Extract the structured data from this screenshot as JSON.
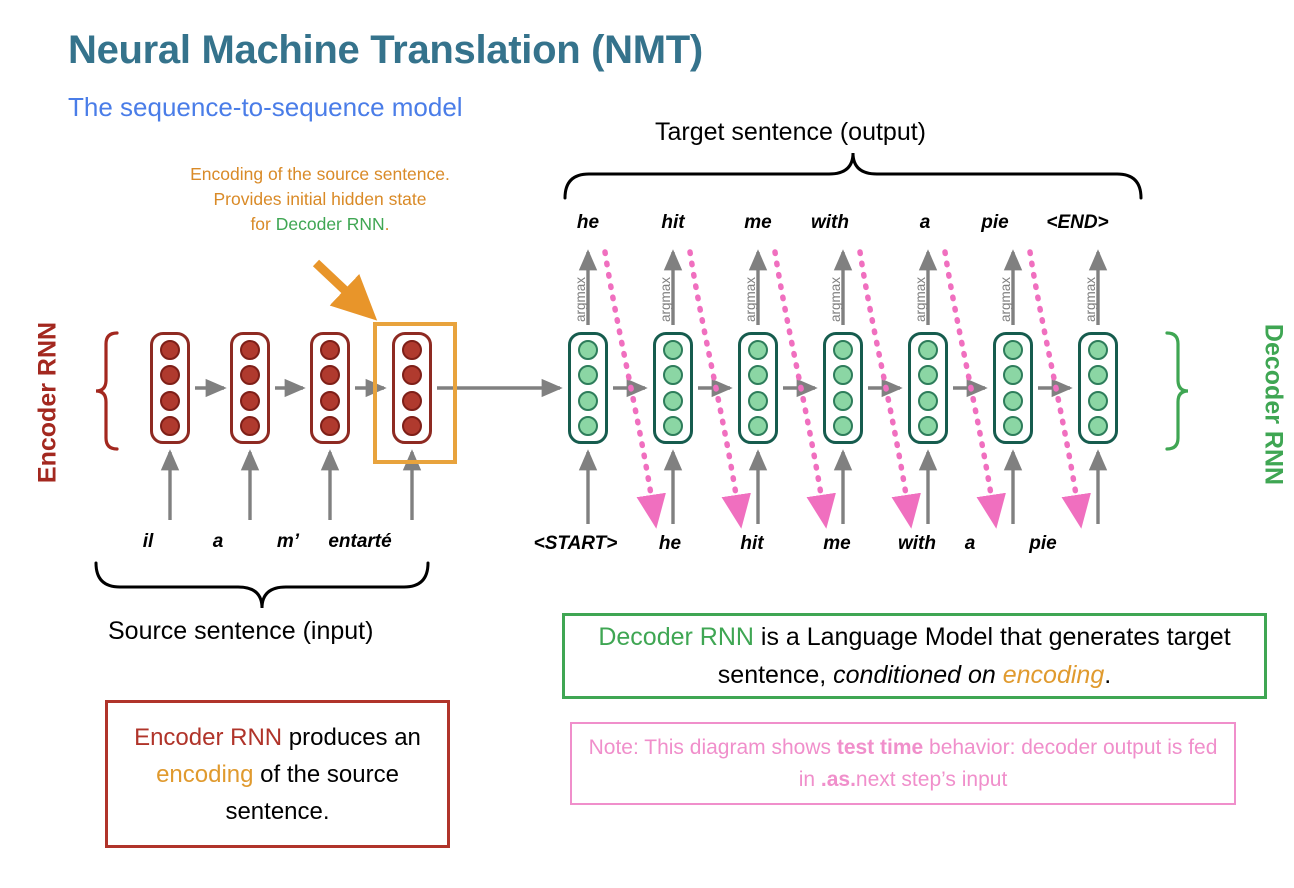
{
  "title": "Neural Machine Translation (NMT)",
  "subtitle": "The sequence-to-sequence model",
  "colors": {
    "title": "#35738C",
    "subtitle": "#4A7DE8",
    "encoder_red": "#B0342A",
    "decoder_green": "#3FA653",
    "encoding_orange": "#E09A2E",
    "note_pink": "#F08FCB",
    "arrow_gray": "#808080"
  },
  "callouts": {
    "encoding_note_line1": "Encoding of the source sentence.",
    "encoding_note_line2": "Provides initial hidden state",
    "encoding_note_line3_prefix": "for ",
    "encoding_note_line3_green": "Decoder RNN",
    "encoding_note_line3_suffix": "."
  },
  "labels": {
    "target_sentence": "Target sentence (output)",
    "source_sentence": "Source sentence (input)",
    "encoder_rnn": "Encoder RNN",
    "decoder_rnn": "Decoder RNN",
    "argmax": "argmax"
  },
  "encoder": {
    "input_words": [
      "il",
      "a",
      "m’",
      "entarté"
    ],
    "num_cells": 4,
    "dots_per_cell": 4
  },
  "decoder": {
    "input_words": [
      "<START>",
      "he",
      "hit",
      "me",
      "with",
      "a",
      "pie"
    ],
    "output_words": [
      "he",
      "hit",
      "me",
      "with",
      "a",
      "pie",
      "<END>"
    ],
    "num_cells": 7,
    "dots_per_cell": 4
  },
  "encoder_box": {
    "seg1": "Encoder RNN",
    "seg2": " produces an ",
    "seg3": "encoding",
    "seg4": " of the source sentence."
  },
  "decoder_box": {
    "seg1": "Decoder RNN",
    "seg2": " is a Language Model that generates target sentence, ",
    "seg3": "conditioned on ",
    "seg4": "encoding",
    "seg5": "."
  },
  "note_box": {
    "seg1": "Note: This diagram shows ",
    "seg2": "test time",
    "seg3": " behavior: decoder output is fed in ",
    "seg4": ".as.",
    "seg5": "next step’s input"
  }
}
